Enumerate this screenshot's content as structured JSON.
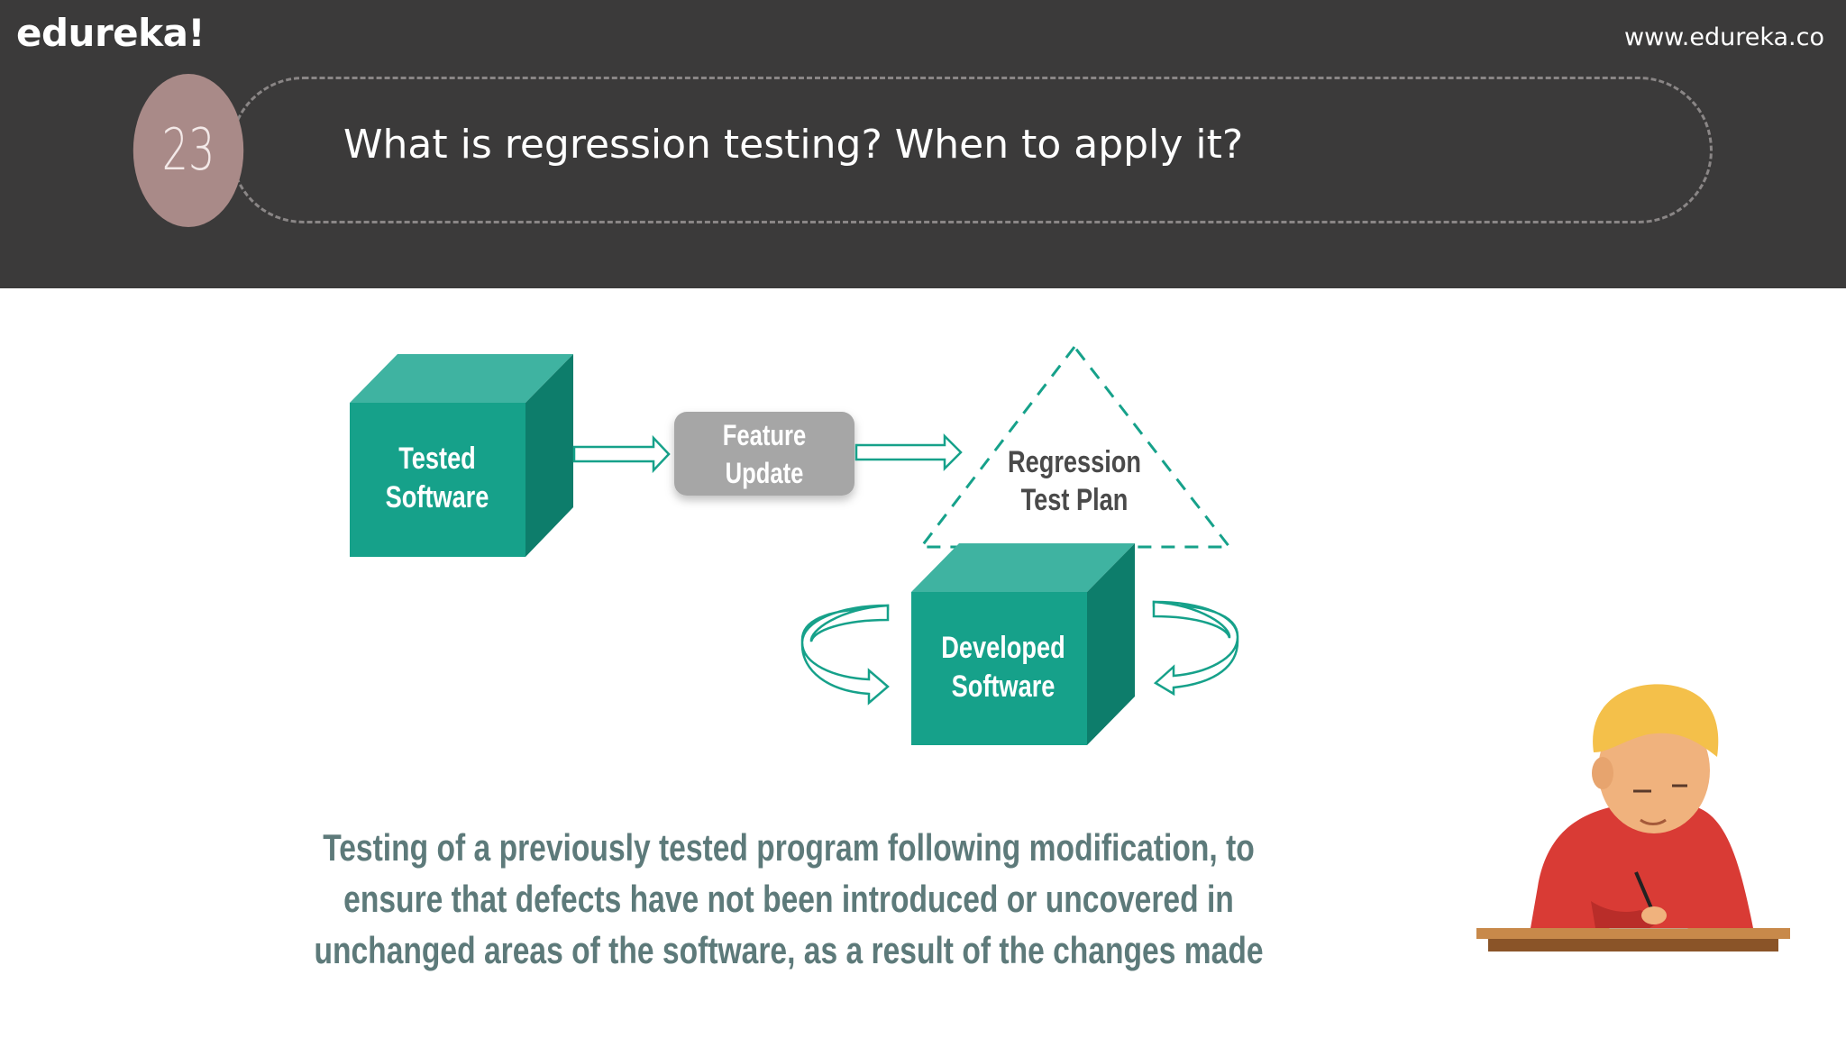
{
  "header": {
    "logo": "edureka!",
    "url": "www.edureka.co",
    "question_number": "23",
    "question": "What is regression testing? When to apply it?"
  },
  "diagram": {
    "tested_software": [
      "Tested",
      "Software"
    ],
    "feature_update": [
      "Feature",
      "Update"
    ],
    "regression_test_plan": [
      "Regression",
      "Test Plan"
    ],
    "developed_software": [
      "Developed",
      "Software"
    ]
  },
  "description": "Testing of a previously tested program following modification, to ensure that defects have not been introduced or uncovered in unchanged areas of the software, as a result of the changes made",
  "colors": {
    "header_bg": "#3b3a3a",
    "circle": "#a98a88",
    "teal_front": "#16a18a",
    "teal_top": "#3fb3a1",
    "teal_side": "#0d7d6b",
    "grey_box": "#a6a6a6",
    "desc_text": "#5d7a7a"
  }
}
